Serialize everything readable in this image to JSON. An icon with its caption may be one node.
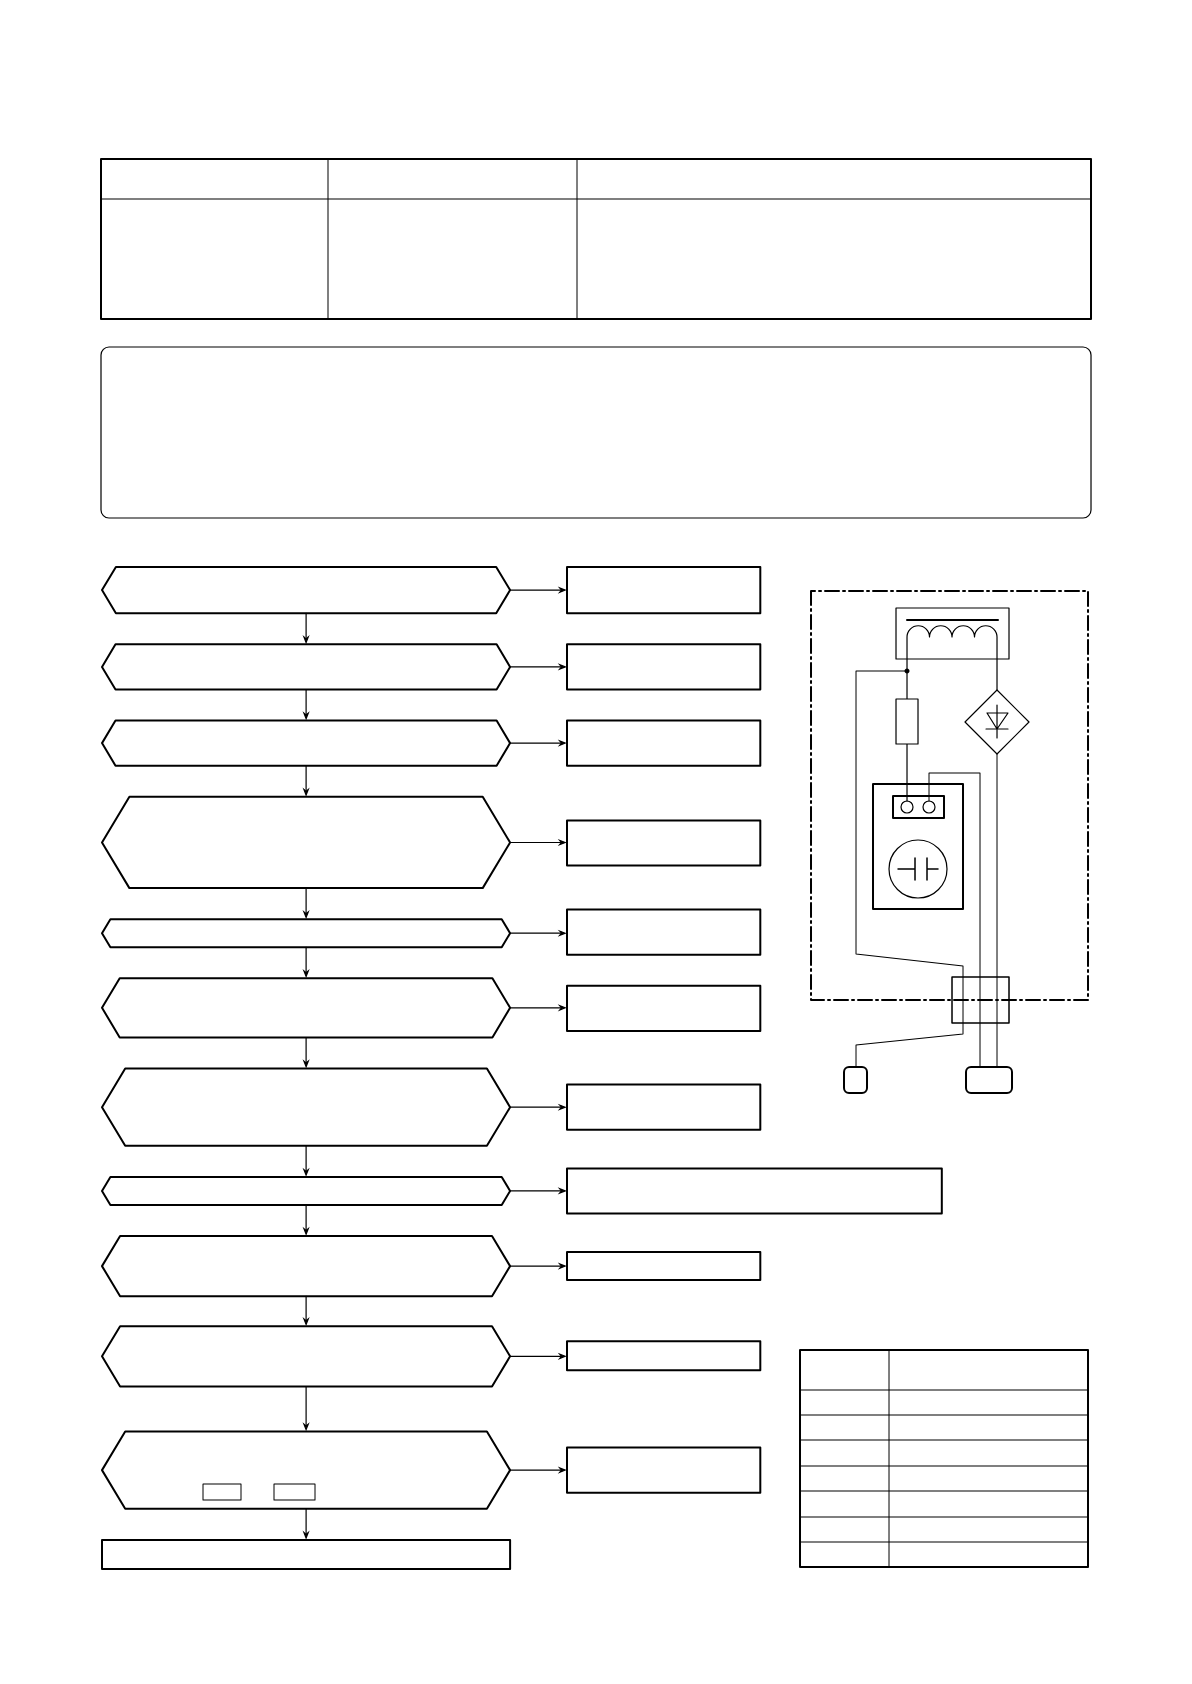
{
  "diagram": {
    "nodes": [
      {
        "text": [],
        "shape": "hexagon"
      },
      {
        "text": [],
        "shape": "box"
      },
      {
        "text": [],
        "shape": "hexagon"
      },
      {
        "text": [],
        "shape": "box"
      },
      {
        "text": [],
        "shape": "hexagon"
      },
      {
        "text": [],
        "shape": "box"
      },
      {
        "text": [],
        "shape": "hexagon"
      },
      {
        "text": [],
        "shape": "box"
      },
      {
        "text": [],
        "shape": "hexagon"
      },
      {
        "text": [],
        "shape": "box"
      },
      {
        "text": [],
        "shape": "hexagon"
      },
      {
        "text": [],
        "shape": "box"
      },
      {
        "text": [],
        "shape": "hexagon"
      },
      {
        "text": [],
        "shape": "box"
      },
      {
        "text": [],
        "shape": "hexagon"
      },
      {
        "text": [],
        "shape": "box"
      },
      {
        "text": [],
        "shape": "hexagon"
      },
      {
        "text": [],
        "shape": "box"
      },
      {
        "text": [],
        "shape": "hexagon"
      },
      {
        "text": [],
        "shape": "box"
      },
      {
        "text": [],
        "shape": "hexagon"
      },
      {
        "text": [],
        "shape": "box"
      },
      {
        "text": [],
        "shape": "box"
      },
      {
        "text": [],
        "shape": "box"
      }
    ],
    "edges": [
      {
        "from": 0,
        "to": 1,
        "arrow": "to"
      },
      {
        "from": 0,
        "to": 2,
        "arrow": "to"
      },
      {
        "from": 2,
        "to": 3,
        "arrow": "to"
      },
      {
        "from": 2,
        "to": 4,
        "arrow": "to"
      },
      {
        "from": 4,
        "to": 5,
        "arrow": "to"
      },
      {
        "from": 4,
        "to": 6,
        "arrow": "to"
      },
      {
        "from": 6,
        "to": 7,
        "arrow": "to"
      },
      {
        "from": 6,
        "to": 8,
        "arrow": "to"
      },
      {
        "from": 8,
        "to": 9,
        "arrow": "to"
      },
      {
        "from": 8,
        "to": 10,
        "arrow": "to"
      },
      {
        "from": 10,
        "to": 11,
        "arrow": "to"
      },
      {
        "from": 10,
        "to": 12,
        "arrow": "to"
      },
      {
        "from": 12,
        "to": 13,
        "arrow": "to"
      },
      {
        "from": 12,
        "to": 14,
        "arrow": "to"
      },
      {
        "from": 14,
        "to": 15,
        "arrow": "to"
      },
      {
        "from": 14,
        "to": 16,
        "arrow": "to"
      },
      {
        "from": 16,
        "to": 17,
        "arrow": "to"
      },
      {
        "from": 16,
        "to": 18,
        "arrow": "to"
      },
      {
        "from": 18,
        "to": 19,
        "arrow": "to"
      },
      {
        "from": 18,
        "to": 20,
        "arrow": "to"
      },
      {
        "from": 20,
        "to": 21,
        "arrow": "to"
      },
      {
        "from": 20,
        "to": 22,
        "arrow": "to"
      }
    ]
  }
}
